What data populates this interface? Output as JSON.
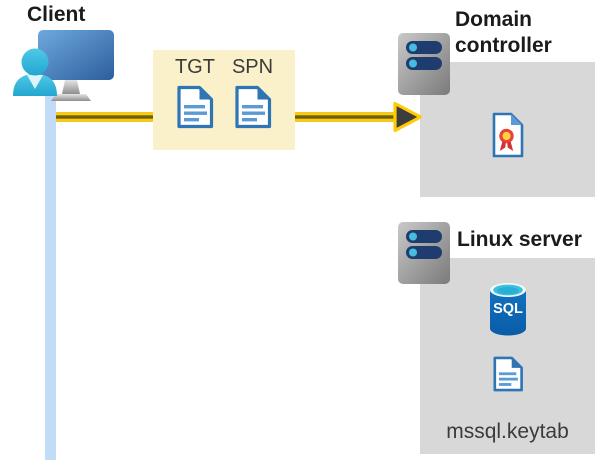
{
  "client": {
    "label": "Client",
    "icon": "person-at-computer-icon",
    "connection_line_color": "#C2DCF7"
  },
  "ticket_box": {
    "background": "#FAF0C9",
    "tickets": [
      {
        "label": "TGT",
        "icon": "document-icon"
      },
      {
        "label": "SPN",
        "icon": "document-icon"
      }
    ]
  },
  "arrow": {
    "direction": "right",
    "line_color": "#FFCB05",
    "core_color": "#6B6114",
    "head_color": "#3D3D3D"
  },
  "domain_controller": {
    "label": "Domain controller",
    "box_color": "#D8D8D8",
    "icons": [
      "server-icon",
      "certificate-icon"
    ]
  },
  "linux_server": {
    "label": "Linux server",
    "box_color": "#D8D8D8",
    "sql_label": "SQL",
    "file_label": "mssql.keytab",
    "icons": [
      "server-icon",
      "sql-database-icon",
      "document-icon"
    ]
  },
  "colors": {
    "doc_blue": "#2E75B6",
    "doc_line_blue": "#5B9BD5",
    "server_slot_navy": "#1E3C6E",
    "server_dot_cyan": "#49BBDF",
    "heading_text": "#1B1B1B",
    "label_text": "#3B3B3B",
    "cert_red": "#E8433A",
    "cert_yellow": "#FFD23E",
    "sql_body_blue": "#0F6CBD",
    "sql_top_cyan": "#3DC0DE"
  }
}
